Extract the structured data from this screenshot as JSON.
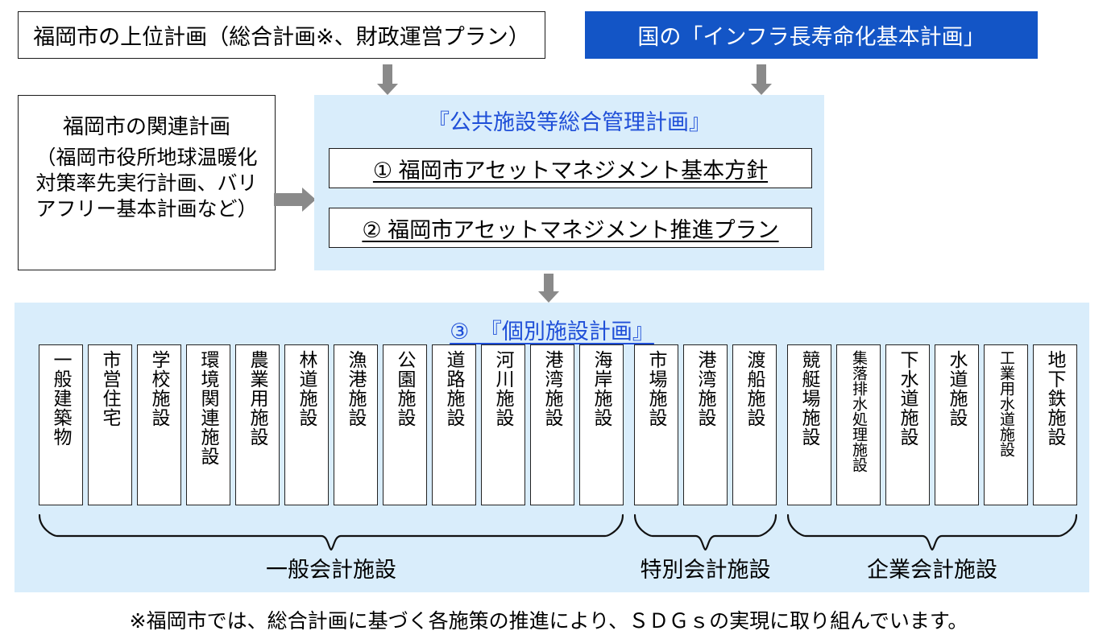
{
  "top": {
    "city_upper_plan": "福岡市の上位計画（総合計画※、財政運営プラン）",
    "national_plan": "国の「インフラ長寿命化基本計画」"
  },
  "left": {
    "related_plan_title": "福岡市の関連計画",
    "related_plan_detail": "（福岡市役所地球温暖化対策率先実行計画、バリアフリー基本計画など）"
  },
  "center": {
    "title": "『公共施設等総合管理計画』",
    "items": [
      {
        "label": "①  福岡市アセットマネジメント基本方針"
      },
      {
        "label": "②  福岡市アセットマネジメント推進プラン"
      }
    ]
  },
  "bottom": {
    "title_number": "③",
    "title": "③　『個別施設計画』",
    "facilities": [
      {
        "label": "一般建築物",
        "group": "general"
      },
      {
        "label": "市営住宅",
        "group": "general"
      },
      {
        "label": "学校施設",
        "group": "general"
      },
      {
        "label": "環境関連施設",
        "group": "general"
      },
      {
        "label": "農業用施設",
        "group": "general"
      },
      {
        "label": "林道施設",
        "group": "general"
      },
      {
        "label": "漁港施設",
        "group": "general"
      },
      {
        "label": "公園施設",
        "group": "general"
      },
      {
        "label": "道路施設",
        "group": "general"
      },
      {
        "label": "河川施設",
        "group": "general"
      },
      {
        "label": "港湾施設",
        "group": "general"
      },
      {
        "label": "海岸施設",
        "group": "general"
      },
      {
        "label": "市場施設",
        "group": "special"
      },
      {
        "label": "港湾施設",
        "group": "special"
      },
      {
        "label": "渡船施設",
        "group": "special"
      },
      {
        "label": "競艇場施設",
        "group": "enterprise"
      },
      {
        "label": "集落排水処理施設",
        "group": "enterprise"
      },
      {
        "label": "下水道施設",
        "group": "enterprise"
      },
      {
        "label": "水道施設",
        "group": "enterprise"
      },
      {
        "label": "工業用水道施設",
        "group": "enterprise"
      },
      {
        "label": "地下鉄施設",
        "group": "enterprise"
      }
    ],
    "groups": [
      {
        "label": "一般会計施設"
      },
      {
        "label": "特別会計施設"
      },
      {
        "label": "企業会計施設"
      }
    ]
  },
  "footnote": "※福岡市では、総合計画に基づく各施策の推進により、ＳＤＧｓの実現に取り組んでいます。",
  "colors": {
    "panel_blue": "#d9edfb",
    "brand_blue": "#1355c6",
    "title_blue": "#1f4fd8",
    "arrow_gray": "#8a8a8a"
  }
}
